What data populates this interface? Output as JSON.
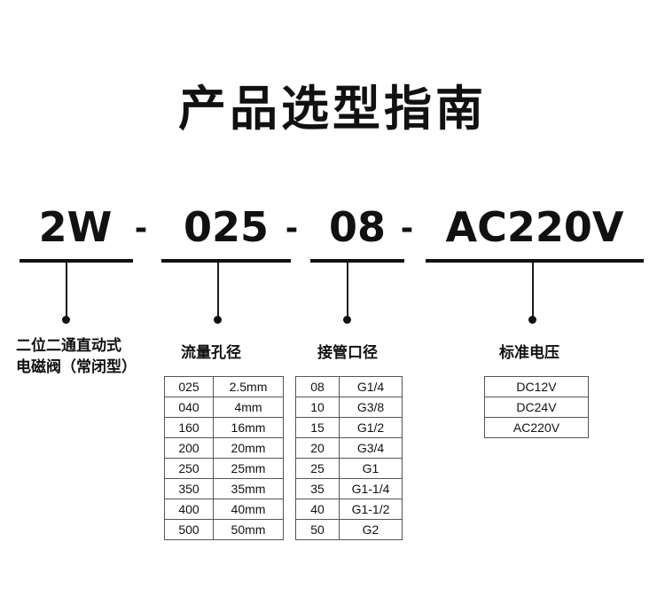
{
  "title": "产品选型指南",
  "model": {
    "segments": [
      "2W",
      "025",
      "08",
      "AC220V"
    ],
    "separator": "-"
  },
  "groups": [
    {
      "key": "series",
      "caption_line1": "二位二通直动式",
      "caption_line2": "电磁阀（常闭型）",
      "rows": []
    },
    {
      "key": "flow",
      "caption_line1": "流量孔径",
      "caption_line2": "",
      "rows": [
        {
          "code": "025",
          "value": "2.5mm"
        },
        {
          "code": "040",
          "value": "4mm"
        },
        {
          "code": "160",
          "value": "16mm"
        },
        {
          "code": "200",
          "value": "20mm"
        },
        {
          "code": "250",
          "value": "25mm"
        },
        {
          "code": "350",
          "value": "35mm"
        },
        {
          "code": "400",
          "value": "40mm"
        },
        {
          "code": "500",
          "value": "50mm"
        }
      ]
    },
    {
      "key": "port",
      "caption_line1": "接管口径",
      "caption_line2": "",
      "rows": [
        {
          "code": "08",
          "value": "G1/4"
        },
        {
          "code": "10",
          "value": "G3/8"
        },
        {
          "code": "15",
          "value": "G1/2"
        },
        {
          "code": "20",
          "value": "G3/4"
        },
        {
          "code": "25",
          "value": "G1"
        },
        {
          "code": "35",
          "value": "G1-1/4"
        },
        {
          "code": "40",
          "value": "G1-1/2"
        },
        {
          "code": "50",
          "value": "G2"
        }
      ]
    },
    {
      "key": "voltage",
      "caption_line1": "标准电压",
      "caption_line2": "",
      "rows": [
        {
          "code": "DC12V"
        },
        {
          "code": "DC24V"
        },
        {
          "code": "AC220V"
        }
      ]
    }
  ],
  "colors": {
    "text": "#111111",
    "line": "#1a1a1a",
    "border": "#555555",
    "background": "#ffffff"
  }
}
